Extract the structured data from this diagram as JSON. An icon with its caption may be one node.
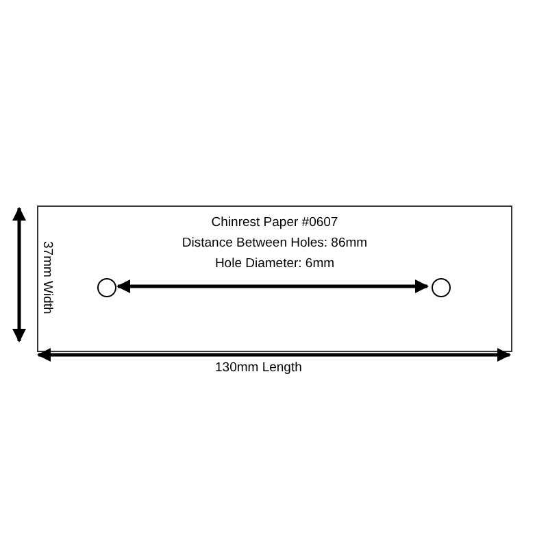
{
  "diagram": {
    "nodes": [
      {
        "text": [
          "Chinrest Paper #0607",
          "Distance Between Holes: 86mm",
          "Hole Diameter: 6mm"
        ]
      },
      {
        "text": [],
        "shape": "circle",
        "in": 0
      },
      {
        "text": [],
        "shape": "circle",
        "in": 0
      }
    ],
    "edges": [
      {
        "from": 1,
        "to": 2,
        "arrow": "both"
      }
    ],
    "labels": [
      "37mm Width",
      "130mm Length"
    ]
  }
}
